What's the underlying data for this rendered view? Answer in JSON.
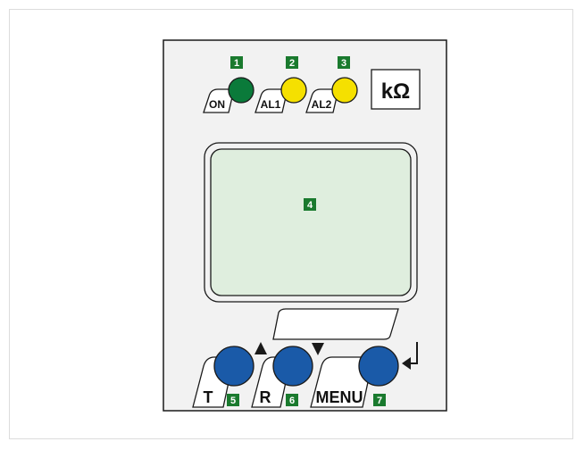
{
  "device": {
    "unit_symbol": "kΩ",
    "leds": [
      {
        "id": "on",
        "label": "ON",
        "badge": "1",
        "color": "#0a7a3a"
      },
      {
        "id": "al1",
        "label": "AL1",
        "badge": "2",
        "color": "#f5e000"
      },
      {
        "id": "al2",
        "label": "AL2",
        "badge": "3",
        "color": "#f5e000"
      }
    ],
    "display": {
      "badge": "4",
      "color": "#dfeede"
    },
    "buttons": [
      {
        "id": "t",
        "label": "T",
        "badge": "5",
        "icon": "up-arrow-icon",
        "color": "#1a5aa8"
      },
      {
        "id": "r",
        "label": "R",
        "badge": "6",
        "icon": "down-arrow-icon",
        "color": "#1a5aa8"
      },
      {
        "id": "menu",
        "label": "MENU",
        "badge": "7",
        "icon": "enter-arrow-icon",
        "color": "#1a5aa8"
      }
    ],
    "badge_color": "#1a7a2e"
  }
}
